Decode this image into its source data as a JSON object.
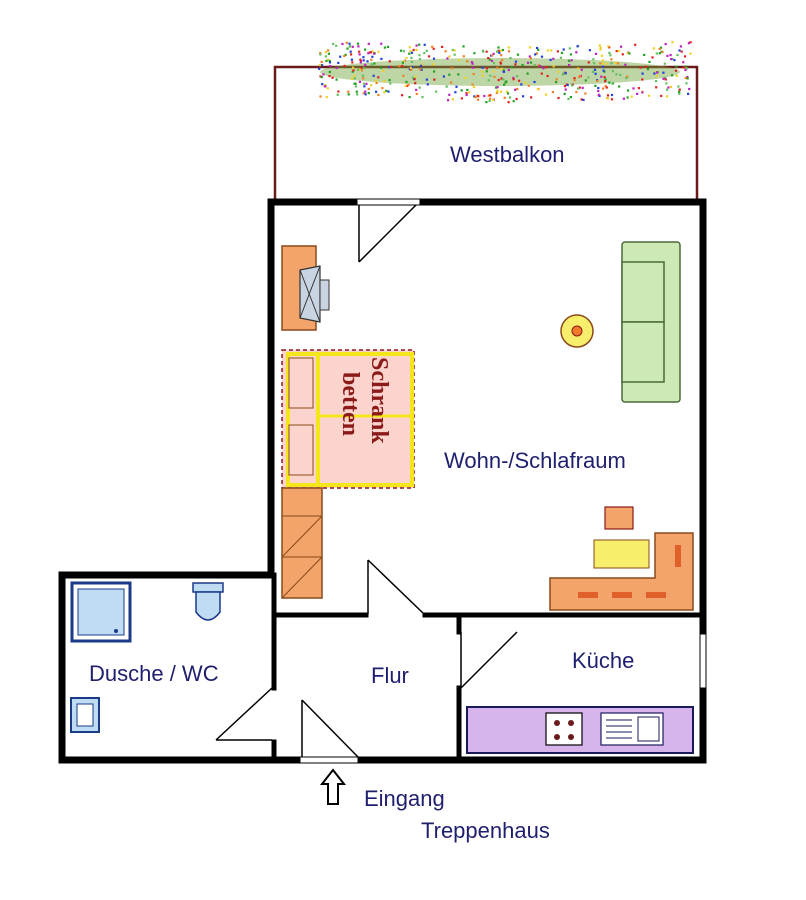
{
  "rooms": {
    "balcony": "Westbalkon",
    "living": "Wohn-/Schlafraum",
    "bathroom": "Dusche / WC",
    "hallway": "Flur",
    "kitchen": "Küche"
  },
  "furniture": {
    "wallbed_line1": "Schrank",
    "wallbed_line2": "betten"
  },
  "entrance": {
    "line1": "Eingang",
    "line2": "Treppenhaus"
  },
  "colors": {
    "wall": "#000000",
    "balcony_rail": "#6b1a1a",
    "label_text": "#1f1f6f",
    "sofa": "#cde9b6",
    "desk": "#f2a46a",
    "desk_top": "#f7ee6b",
    "wallbed": "#fbd5cd",
    "wallbed_frame": "#f5e51b",
    "kitchen_counter": "#d8b4ec",
    "fixtures": "#bfdcf2"
  }
}
